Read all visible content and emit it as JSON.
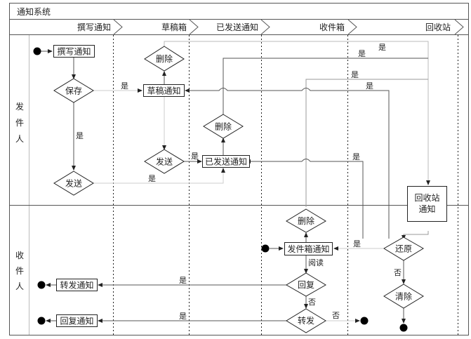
{
  "title": "通知系统",
  "columns": [
    {
      "id": "compose",
      "label": "撰写通知"
    },
    {
      "id": "drafts",
      "label": "草稿箱"
    },
    {
      "id": "sent",
      "label": "已发送通知"
    },
    {
      "id": "inbox",
      "label": "收件箱"
    },
    {
      "id": "trash",
      "label": "回收站"
    }
  ],
  "lanes": [
    {
      "id": "sender",
      "label": [
        "发",
        "件",
        "人"
      ]
    },
    {
      "id": "receiver",
      "label": [
        "收",
        "件",
        "人"
      ]
    }
  ],
  "nodes": {
    "compose_notice": "撰写通知",
    "save": "保存",
    "send1": "发送",
    "draft_notice": "草稿通知",
    "delete_draft": "删除",
    "send2": "发送",
    "sent_notice": "已发送通知",
    "delete_sent": "删除",
    "trash_notice_line1": "回收站",
    "trash_notice_line2": "通知",
    "delete_inbox": "删除",
    "inbox_notice": "发件箱通知",
    "reply": "回复",
    "forward": "转发",
    "forward_notice": "转发通知",
    "reply_notice": "回复通知",
    "restore": "还原",
    "purge": "清除"
  },
  "edge_labels": {
    "yes": "是",
    "no": "否",
    "read": "阅读"
  }
}
